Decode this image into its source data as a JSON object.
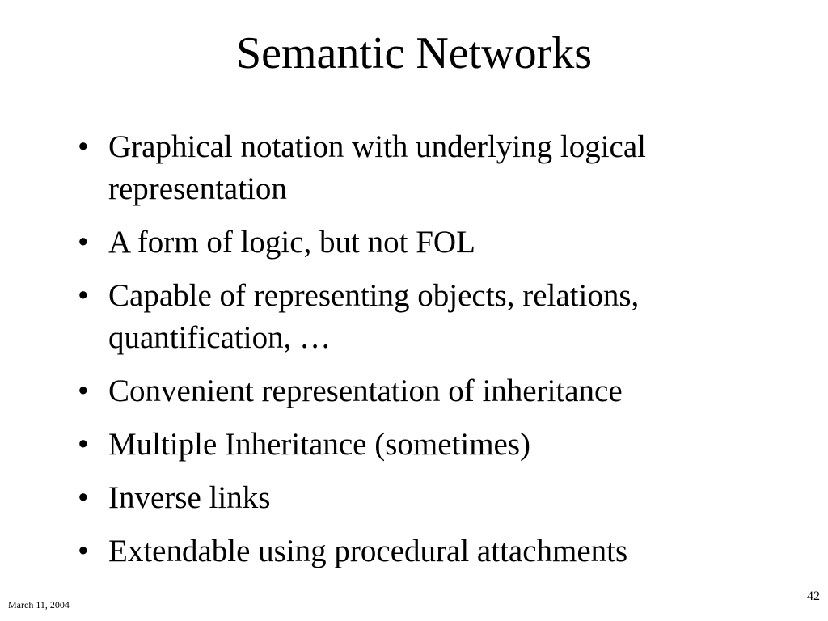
{
  "slide": {
    "title": "Semantic Networks",
    "bullet_glyph": "•",
    "bullets": [
      "Graphical notation with underlying logical representation",
      "A form of logic, but not FOL",
      "Capable of representing objects, relations, quantification, …",
      "Convenient representation of inheritance",
      "Multiple Inheritance (sometimes)",
      "Inverse links",
      "Extendable using procedural attachments"
    ]
  },
  "footer": {
    "date": "March 11, 2004",
    "page_number": "42"
  }
}
